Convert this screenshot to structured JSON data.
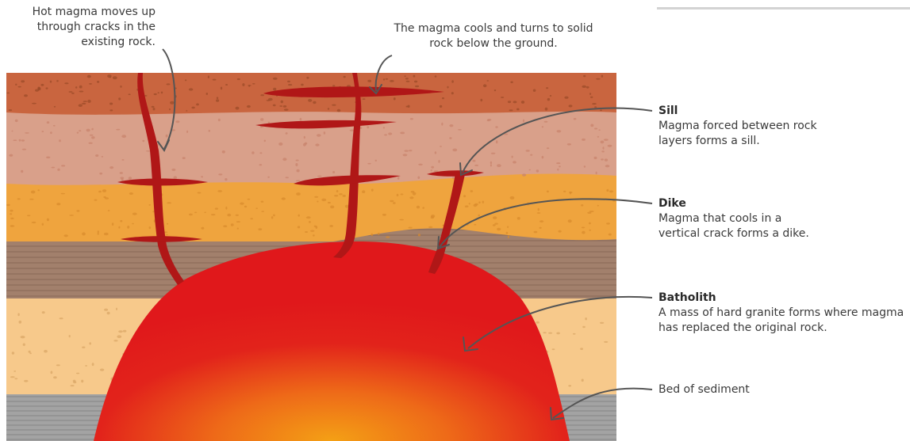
{
  "annotations": {
    "cracks": "Hot magma moves up through cracks in the existing rock.",
    "cools": "The magma cools and turns to solid rock below the ground.",
    "sill": {
      "title": "Sill",
      "desc": "Magma forced between rock layers forms a sill."
    },
    "dike": {
      "title": "Dike",
      "desc": "Magma that cools in a vertical crack forms a dike."
    },
    "batholith": {
      "title": "Batholith",
      "desc": "A mass of hard granite forms where magma has replaced the original rock."
    },
    "sediment": "Bed of sediment"
  },
  "colors": {
    "top_layer": "#c9653f",
    "pink_layer": "#d9a08a",
    "orange_layer": "#efa43e",
    "brown_striped_layer": "#a2806c",
    "sand_layer": "#f7c98b",
    "gray_layer": "#9b9b9b",
    "magma": "#e0181b",
    "magma_core": "#f39a16",
    "solid_magma": "#b01717",
    "arrow": "#555555"
  }
}
